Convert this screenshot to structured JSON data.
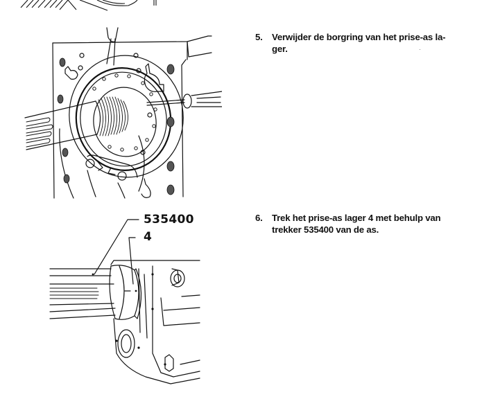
{
  "document": {
    "language": "nl",
    "steps": [
      {
        "number": "5.",
        "text": "Verwijder de borgring van het prise-as la-ger."
      },
      {
        "number": "6.",
        "text": "Trek het prise-as lager 4 met behulp van trekker 535400 van de as."
      }
    ],
    "figures": [
      {
        "id": "figure-step-5",
        "subject": "Removing retaining ring of PTO shaft bearing with circlip pliers and screwdriver",
        "callouts": []
      },
      {
        "id": "figure-step-6",
        "subject": "Pulling PTO bearing with puller",
        "callouts": [
          {
            "label": "535400"
          },
          {
            "label": "4"
          }
        ]
      }
    ]
  }
}
